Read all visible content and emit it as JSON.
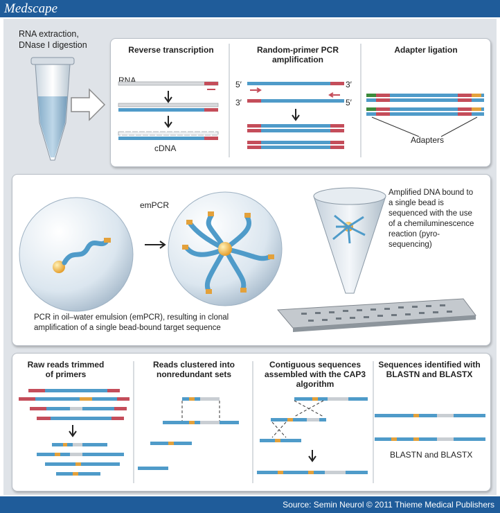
{
  "header": {
    "brand": "Medscape"
  },
  "footer": {
    "source": "Source: Semin Neurol © 2011 Thieme Medical Publishers"
  },
  "step1": {
    "tube_label": "RNA extraction, DNase I digestion",
    "reverse_transcription": "Reverse transcription",
    "rna": "RNA",
    "cdna": "cDNA",
    "pcr_title": "Random-primer PCR amplification",
    "five_prime": "5′",
    "three_prime": "3′",
    "adapter_ligation": "Adapter ligation",
    "adapters": "Adapters"
  },
  "step2": {
    "empcr": "emPCR",
    "pcr_caption": "PCR in oil–water emulsion (emPCR), resulting in clonal amplification of a single bead-bound target sequence",
    "pyro_caption": "Amplified DNA bound to a single bead is sequenced with the use of a chemiluminescence reaction (pyro-sequencing)"
  },
  "step3": {
    "raw_reads": "Raw reads trimmed of primers",
    "clustered": "Reads clustered into nonredundant sets",
    "contiguous": "Contiguous sequences assembled with the CAP3 algorithm",
    "identified": "Sequences identified with BLASTN and BLASTX",
    "blast": "BLASTN and BLASTX"
  },
  "colors": {
    "header": "#1f5c9a",
    "strand": "#4f9bc9",
    "primer": "#c44d5a",
    "adapter_green": "#3c8a3c",
    "adapter_orange": "#e3a13b"
  }
}
